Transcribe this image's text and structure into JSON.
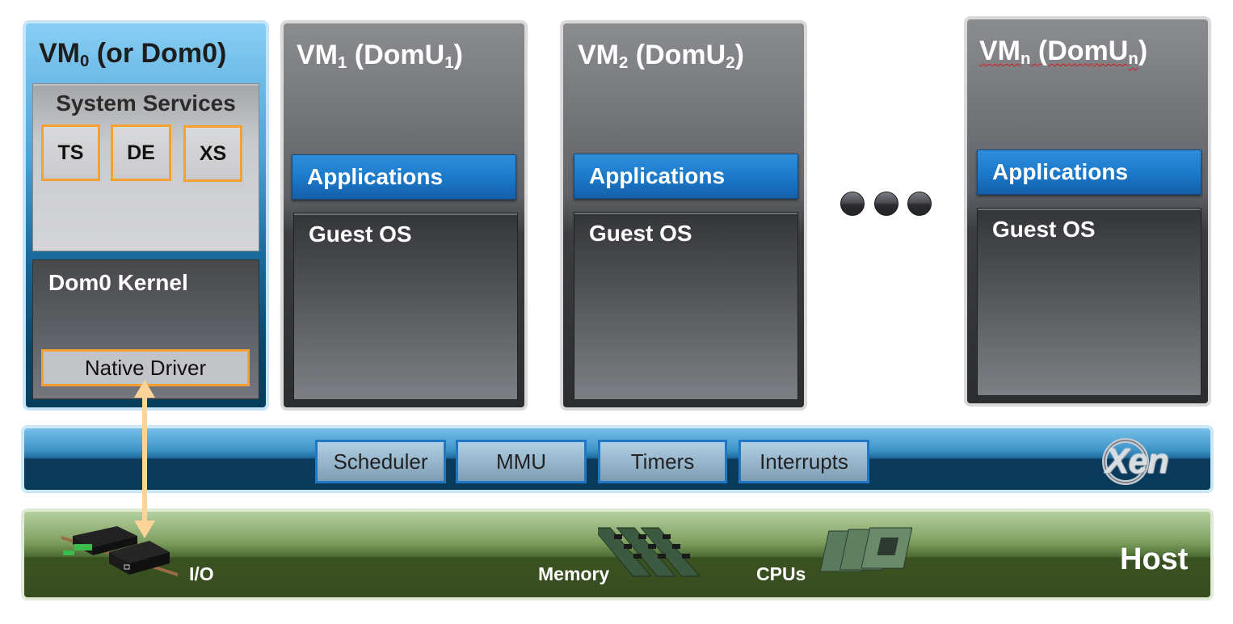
{
  "diagram": {
    "title": "Xen hypervisor architecture",
    "vm0": {
      "title_main": "VM",
      "title_sub": "0",
      "title_rest": " (or Dom0)",
      "system_services": {
        "title": "System Services",
        "services": [
          "TS",
          "DE",
          "XS"
        ]
      },
      "kernel_title": "Dom0 Kernel",
      "driver_label": "Native Driver"
    },
    "guest_vms": [
      {
        "title_main": "VM",
        "title_sub": "1",
        "title_mid": " (DomU",
        "title_sub2": "1",
        "title_end": ")",
        "apps_label": "Applications",
        "os_label": "Guest OS",
        "spellcheck_flag": false
      },
      {
        "title_main": "VM",
        "title_sub": "2",
        "title_mid": " (DomU",
        "title_sub2": "2",
        "title_end": ")",
        "apps_label": "Applications",
        "os_label": "Guest OS",
        "spellcheck_flag": false
      },
      {
        "title_main": "VM",
        "title_sub": "n",
        "title_mid": " (DomU",
        "title_sub2": "n",
        "title_end": ")",
        "apps_label": "Applications",
        "os_label": "Guest OS",
        "spellcheck_flag": true
      }
    ],
    "ellipsis_dots": 3,
    "hypervisor": {
      "components": [
        "Scheduler",
        "MMU",
        "Timers",
        "Interrupts"
      ],
      "logo_text": "Xen"
    },
    "host": {
      "label": "Host",
      "resources": [
        "I/O",
        "Memory",
        "CPUs"
      ]
    },
    "colors": {
      "vm0_blue": "#1a6b9e",
      "applications_blue": "#1b78c9",
      "service_border_orange": "#f5a030",
      "arrow_peach": "#fbd49a",
      "hypervisor_navy": "#083a5a",
      "host_green": "#374c1f"
    }
  }
}
